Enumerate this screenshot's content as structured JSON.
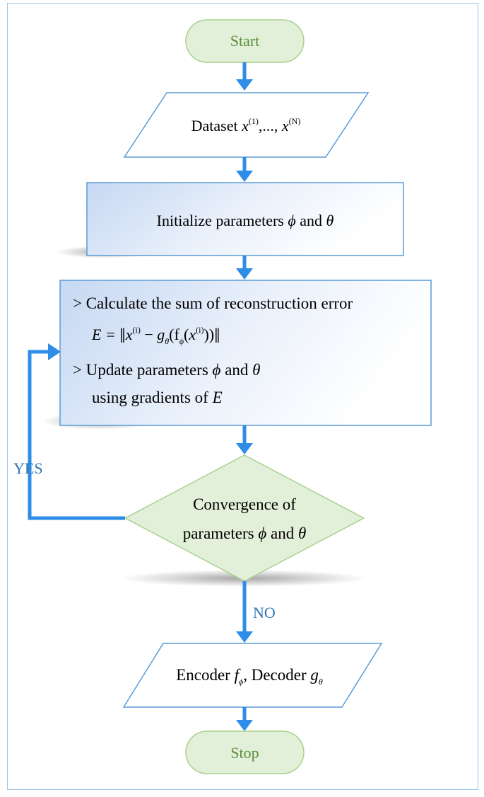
{
  "nodes": {
    "start": {
      "label": "Start"
    },
    "dataset": {
      "text": "Dataset ",
      "var": "x",
      "sup1": "(1)",
      "mid": ",..., ",
      "sup2": "(N)"
    },
    "initialize": {
      "text": "Initialize parameters ",
      "phi": "ϕ",
      "and": " and ",
      "theta": "θ"
    },
    "process": {
      "line1": "> Calculate the sum of reconstruction error",
      "eq": {
        "lhs": "E = ",
        "bar_left": "‖",
        "x": "x",
        "sup_i": "(i)",
        "minus": " − ",
        "g": "g",
        "g_sub": "θ",
        "open": "(f",
        "f_sub": "ϕ",
        "inner_open": "(",
        "x2": "x",
        "sup_i2": "(i)",
        "close": "))",
        "bar_right": "‖"
      },
      "line3": "> Update parameters ",
      "line3_phi": "ϕ",
      "line3_and": " and ",
      "line3_theta": "θ",
      "line4": "using gradients of ",
      "line4_E": "E"
    },
    "decision": {
      "line1": "Convergence of",
      "line2": "parameters ",
      "phi": "ϕ",
      "and": " and ",
      "theta": "θ"
    },
    "output": {
      "text1": "Encoder ",
      "f": "f",
      "f_sub": "ϕ",
      "text2": ", Decoder  ",
      "g": "g",
      "g_sub": "θ"
    },
    "stop": {
      "label": "Stop"
    }
  },
  "edges": {
    "yes_label": "YES",
    "no_label": "NO"
  },
  "colors": {
    "arrow": "#2e8de6",
    "terminal_fill": "#e2efd9",
    "terminal_stroke": "#a9d18e",
    "terminal_text": "#5b8f3a",
    "process_fill_start": "#c9daf4",
    "process_fill_end": "#ffffff",
    "process_stroke": "#5b9bd5",
    "decision_fill": "#e2efd9",
    "label_blue": "#2e75b6",
    "frame": "#9dc3e6"
  }
}
